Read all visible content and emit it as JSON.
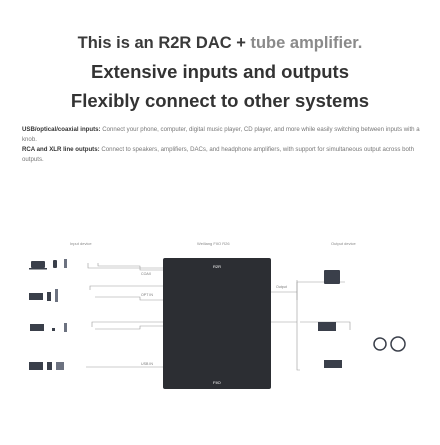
{
  "headline": {
    "line1_pre": "This is an R2R DAC + ",
    "line1_highlight": "tube amplifier.",
    "line2": "Extensive inputs and outputs",
    "line3": "Flexibly connect to other systems"
  },
  "description": {
    "inputs_label": "USB/optical/coaxial inputs:",
    "inputs_text": " Connect your phone, computer, digital music player, CD player, and more while easily switching between inputs with a knob.",
    "outputs_label": "RCA and XLR line outputs:",
    "outputs_text": " Connect to speakers, amplifiers, DACs, and headphone amplifiers, with support for simultaneous output across both outputs."
  },
  "diagram": {
    "input_label": "Input device",
    "device_label": "Weiliang FIIO R26",
    "output_label": "Output device",
    "device_logo": "R2R",
    "device_brand": "FIIO",
    "wire_labels": [
      "COAX",
      "OPT IN",
      "USB IN",
      "Output"
    ],
    "colors": {
      "device": "#2c2e33",
      "device_vent": "#1b1c1f",
      "line": "#9a9a9a",
      "icon": "#3a3f4a",
      "icon_alt": "#6c7280"
    }
  }
}
